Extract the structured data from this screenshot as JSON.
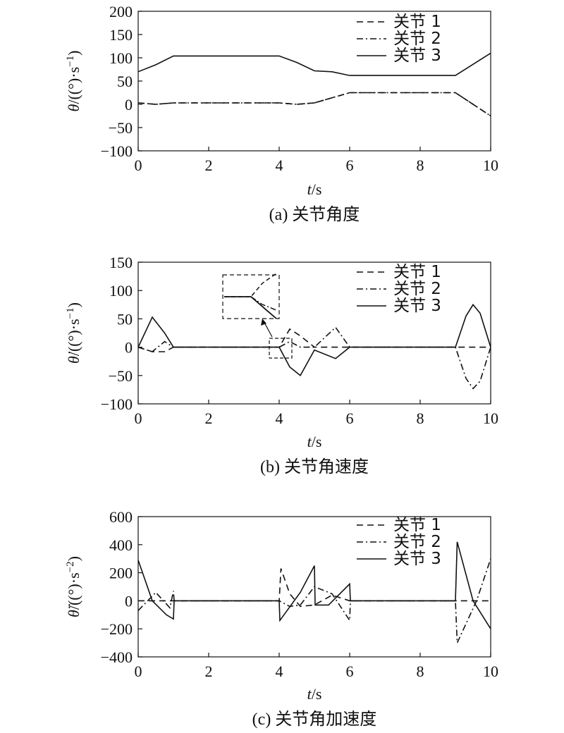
{
  "chart_data": [
    {
      "type": "line",
      "caption": "(a) 关节角度",
      "xlabel_var": "t",
      "xlabel_unit": "/s",
      "ylabel_var": "θ",
      "ylabel_unit": "/((°)·s",
      "ylabel_exp": "−1",
      "ylabel_close": ")",
      "xlim": [
        0,
        10
      ],
      "ylim": [
        -100,
        200
      ],
      "xticks": [
        0,
        2,
        4,
        6,
        8,
        10
      ],
      "yticks": [
        200,
        150,
        100,
        50,
        0,
        -50,
        -100
      ],
      "ytick_labels": [
        "200",
        "150",
        "100",
        "50",
        "0",
        "−50",
        "−100"
      ],
      "legend_position": "top-right",
      "grid": false,
      "series": [
        {
          "name": "关节 1",
          "style": "dash",
          "points": [
            [
              0,
              3
            ],
            [
              0.5,
              0
            ],
            [
              1,
              3
            ],
            [
              4,
              3
            ],
            [
              4.5,
              0
            ],
            [
              5,
              3
            ],
            [
              6,
              25
            ],
            [
              9,
              25
            ],
            [
              10,
              -25
            ]
          ]
        },
        {
          "name": "关节 2",
          "style": "dashdot",
          "points": [
            [
              0,
              3
            ],
            [
              0.5,
              0
            ],
            [
              1,
              3
            ],
            [
              4,
              3
            ],
            [
              4.5,
              0
            ],
            [
              5,
              3
            ],
            [
              6,
              25
            ],
            [
              9,
              25
            ],
            [
              10,
              -25
            ]
          ]
        },
        {
          "name": "关节 3",
          "style": "solid",
          "points": [
            [
              0,
              70
            ],
            [
              0.5,
              85
            ],
            [
              1,
              104
            ],
            [
              4,
              104
            ],
            [
              4.5,
              90
            ],
            [
              5,
              72
            ],
            [
              5.5,
              70
            ],
            [
              6,
              62
            ],
            [
              9,
              62
            ],
            [
              10,
              110
            ]
          ]
        }
      ]
    },
    {
      "type": "line",
      "caption": "(b) 关节角速度",
      "xlabel_var": "t",
      "xlabel_unit": "/s",
      "ylabel_var": "θ̇",
      "ylabel_unit": "/((°)·s",
      "ylabel_exp": "−1",
      "ylabel_close": ")",
      "xlim": [
        0,
        10
      ],
      "ylim": [
        -100,
        150
      ],
      "xticks": [
        0,
        2,
        4,
        6,
        8,
        10
      ],
      "yticks": [
        150,
        100,
        50,
        0,
        -50,
        -100
      ],
      "ytick_labels": [
        "150",
        "100",
        "50",
        "0",
        "−50",
        "−100"
      ],
      "legend_position": "top-right",
      "grid": false,
      "series": [
        {
          "name": "关节 1",
          "style": "dash",
          "points": [
            [
              0,
              0
            ],
            [
              0.4,
              -8
            ],
            [
              0.75,
              -8
            ],
            [
              1,
              0
            ],
            [
              4,
              0
            ],
            [
              4.3,
              32
            ],
            [
              4.6,
              20
            ],
            [
              5,
              0
            ],
            [
              5.5,
              0
            ],
            [
              6,
              0
            ],
            [
              9,
              0
            ],
            [
              10,
              0
            ]
          ]
        },
        {
          "name": "关节 2",
          "style": "dashdot",
          "points": [
            [
              0,
              0
            ],
            [
              0.4,
              -8
            ],
            [
              0.75,
              10
            ],
            [
              1,
              0
            ],
            [
              4,
              0
            ],
            [
              4.3,
              10
            ],
            [
              4.6,
              0
            ],
            [
              5,
              0
            ],
            [
              5.6,
              35
            ],
            [
              6,
              0
            ],
            [
              9,
              0
            ],
            [
              9.3,
              -55
            ],
            [
              9.5,
              -73
            ],
            [
              9.7,
              -60
            ],
            [
              10,
              0
            ]
          ]
        },
        {
          "name": "关节 3",
          "style": "solid",
          "points": [
            [
              0,
              0
            ],
            [
              0.4,
              53
            ],
            [
              0.75,
              25
            ],
            [
              1,
              0
            ],
            [
              4,
              0
            ],
            [
              4.3,
              -35
            ],
            [
              4.6,
              -50
            ],
            [
              5,
              -5
            ],
            [
              5.6,
              -20
            ],
            [
              6,
              0
            ],
            [
              9,
              0
            ],
            [
              9.3,
              55
            ],
            [
              9.5,
              75
            ],
            [
              9.7,
              60
            ],
            [
              10,
              0
            ]
          ]
        }
      ],
      "inset_note": "zoomed inset around t≈4"
    },
    {
      "type": "line",
      "caption": "(c) 关节角加速度",
      "xlabel_var": "t",
      "xlabel_unit": "/s",
      "ylabel_var": "θ̈",
      "ylabel_unit": "/((°)·s",
      "ylabel_exp": "−2",
      "ylabel_close": ")",
      "xlim": [
        0,
        10
      ],
      "ylim": [
        -400,
        600
      ],
      "xticks": [
        0,
        2,
        4,
        6,
        8,
        10
      ],
      "yticks": [
        600,
        400,
        200,
        0,
        -200,
        -400
      ],
      "ytick_labels": [
        "600",
        "400",
        "200",
        "0",
        "−200",
        "−400"
      ],
      "legend_position": "top-right",
      "grid": false,
      "series": [
        {
          "name": "关节 1",
          "style": "dash",
          "points": [
            [
              0,
              0
            ],
            [
              4,
              0
            ],
            [
              4.05,
              230
            ],
            [
              4.3,
              50
            ],
            [
              4.6,
              -40
            ],
            [
              5,
              -30
            ],
            [
              5.5,
              40
            ],
            [
              6,
              0
            ],
            [
              9,
              0
            ],
            [
              10,
              0
            ]
          ]
        },
        {
          "name": "关节 2",
          "style": "dashdot",
          "points": [
            [
              0,
              -70
            ],
            [
              0.5,
              60
            ],
            [
              0.9,
              -50
            ],
            [
              1,
              70
            ],
            [
              1.02,
              0
            ],
            [
              4,
              0
            ],
            [
              4.3,
              -40
            ],
            [
              4.6,
              -30
            ],
            [
              5,
              100
            ],
            [
              5.5,
              50
            ],
            [
              6,
              -140
            ],
            [
              6.02,
              0
            ],
            [
              9,
              0
            ],
            [
              9.05,
              -300
            ],
            [
              9.6,
              0
            ],
            [
              10,
              300
            ]
          ]
        },
        {
          "name": "关节 3",
          "style": "solid",
          "points": [
            [
              0,
              290
            ],
            [
              0.4,
              0
            ],
            [
              0.8,
              -100
            ],
            [
              1,
              -130
            ],
            [
              1.02,
              0
            ],
            [
              4,
              0
            ],
            [
              4.02,
              -140
            ],
            [
              4.6,
              60
            ],
            [
              5,
              250
            ],
            [
              5.02,
              -30
            ],
            [
              5.4,
              -30
            ],
            [
              6,
              120
            ],
            [
              6.02,
              0
            ],
            [
              9,
              0
            ],
            [
              9.05,
              420
            ],
            [
              9.5,
              0
            ],
            [
              10,
              -200
            ]
          ]
        }
      ]
    }
  ]
}
